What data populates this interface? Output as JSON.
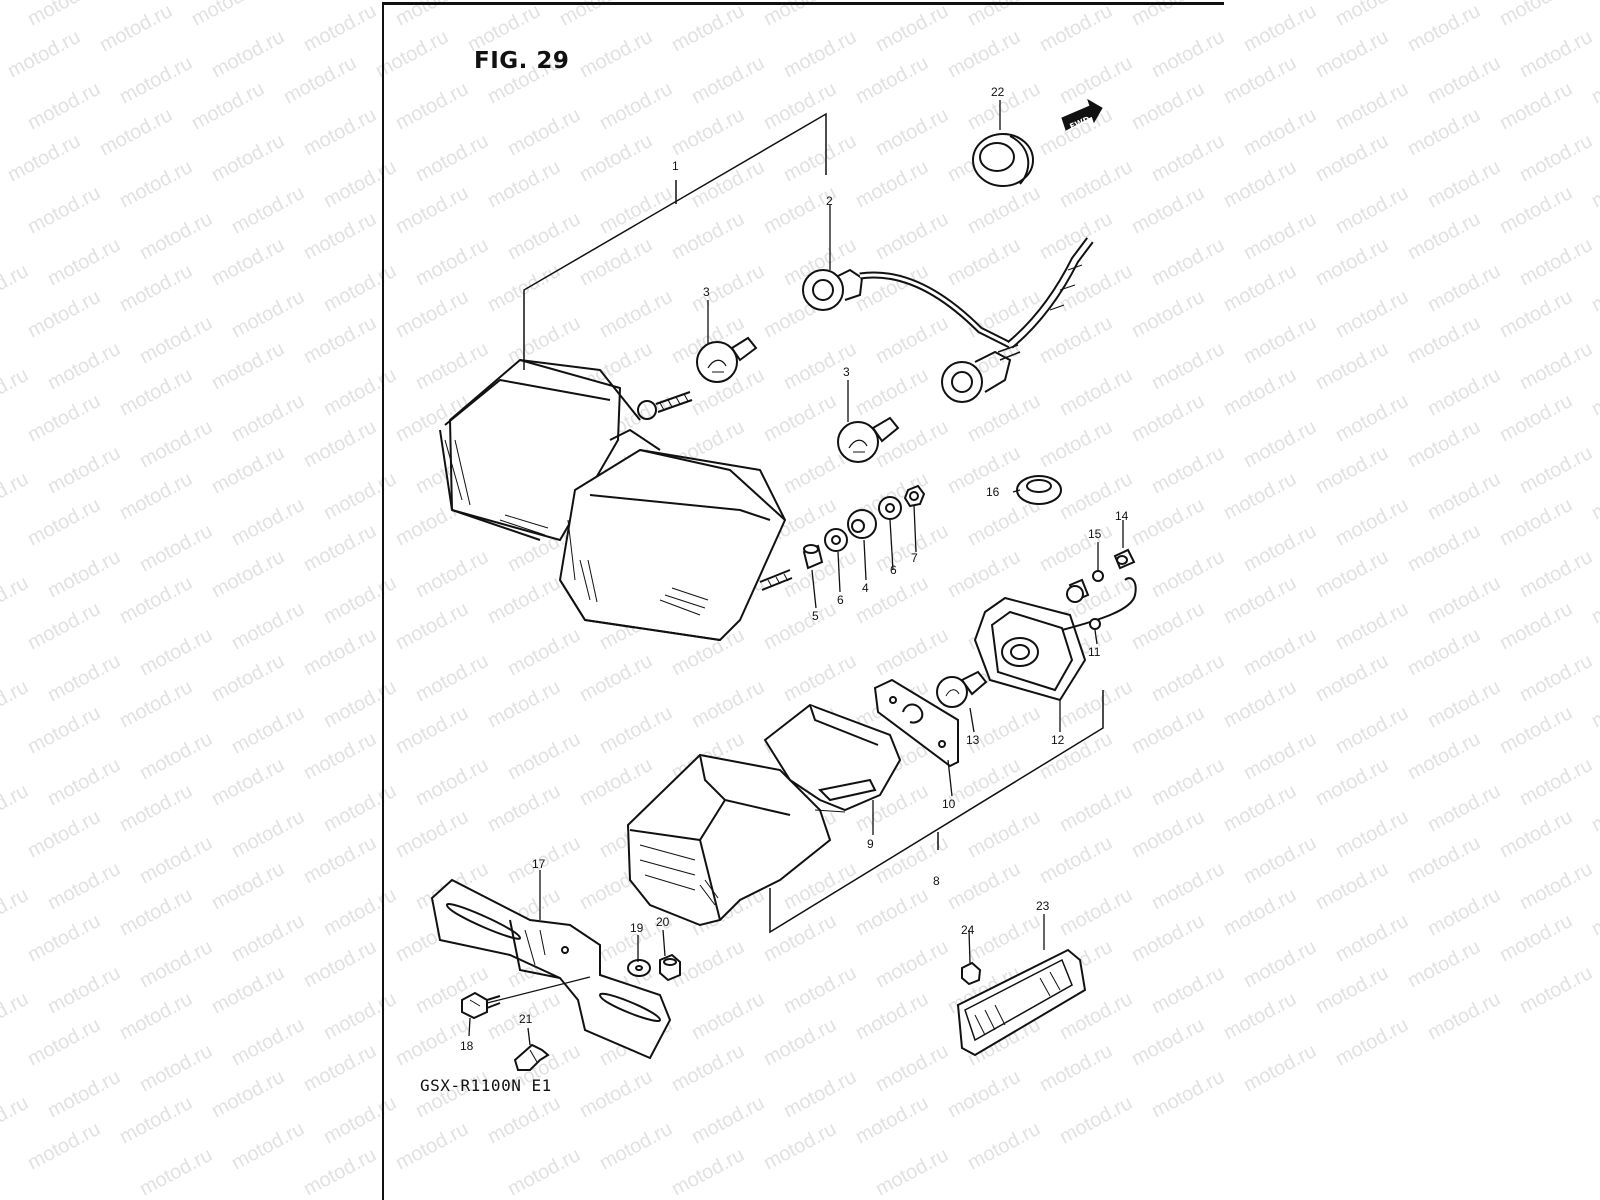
{
  "figure": {
    "title": "FIG. 29",
    "model": "GSX-R1100N E1"
  },
  "fwd_label": "FWD",
  "watermark_text": "motod.ru",
  "part_numbers": [
    "1",
    "2",
    "3",
    "3",
    "4",
    "5",
    "6",
    "6",
    "7",
    "8",
    "9",
    "10",
    "11",
    "12",
    "13",
    "14",
    "15",
    "16",
    "17",
    "18",
    "19",
    "20",
    "21",
    "22",
    "23",
    "24"
  ],
  "colors": {
    "ink": "#111111",
    "paper": "#ffffff",
    "watermark": "#c9c9c9"
  }
}
